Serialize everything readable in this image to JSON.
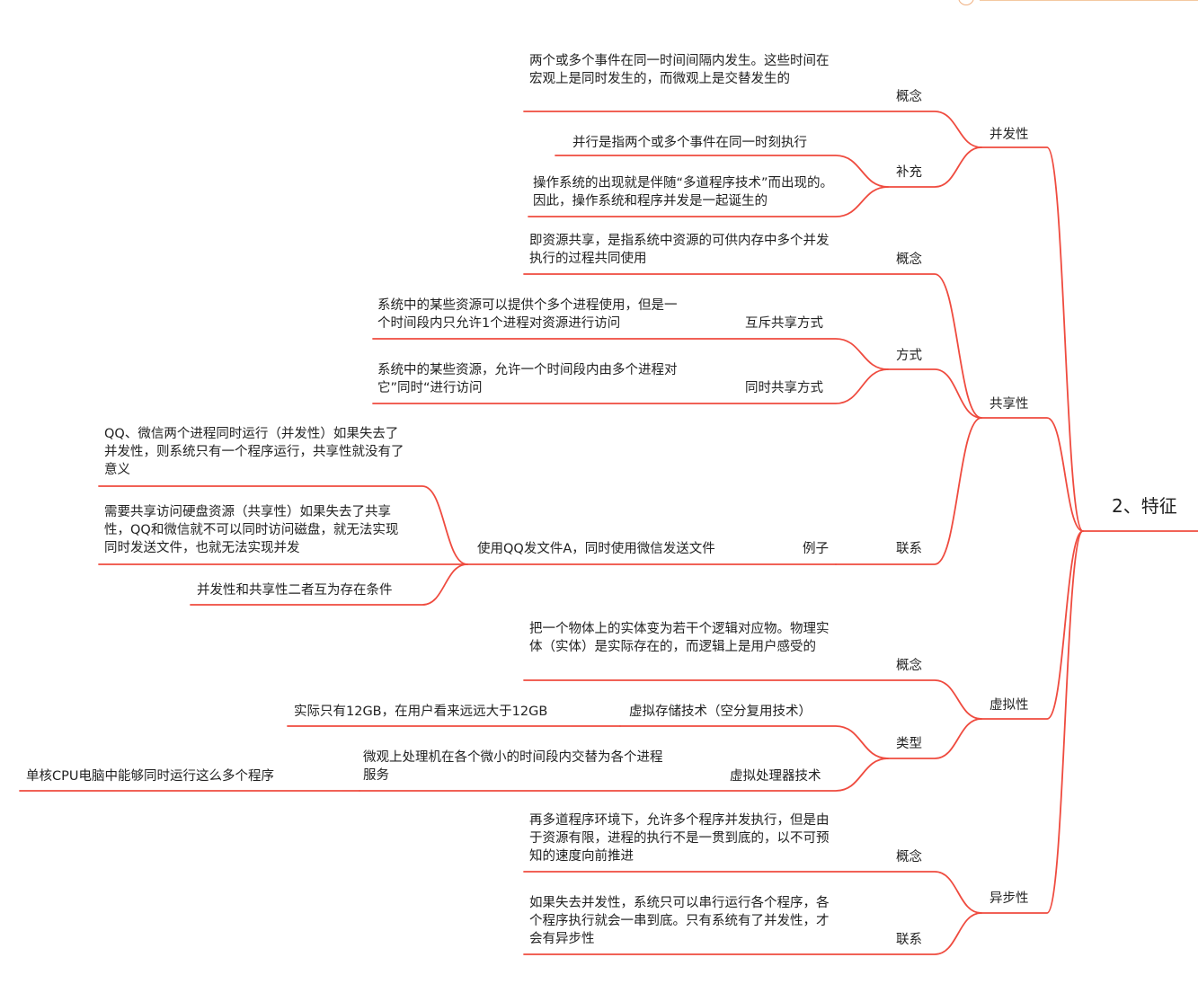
{
  "theme": {
    "line_color": "#ef4b3f",
    "text_color": "#222222"
  },
  "root": {
    "label": "2、特征"
  },
  "branches": {
    "concurrency": {
      "label": "并发性",
      "concept_label": "概念",
      "concept_text": "两个或多个事件在同一时间间隔内发生。这些时间在宏观上是同时发生的，而微观上是交替发生的",
      "supplement_label": "补充",
      "supplement_items": [
        "并行是指两个或多个事件在同一时刻执行",
        "操作系统的出现就是伴随“多道程序技术”而出现的。因此，操作系统和程序并发是一起诞生的"
      ]
    },
    "sharing": {
      "label": "共享性",
      "concept_label": "概念",
      "concept_text": "即资源共享，是指系统中资源的可供内存中多个并发执行的过程共同使用",
      "mode_label": "方式",
      "modes": [
        {
          "label": "互斥共享方式",
          "text": "系统中的某些资源可以提供个多个进程使用，但是一个时间段内只允许1个进程对资源进行访问"
        },
        {
          "label": "同时共享方式",
          "text": "系统中的某些资源，允许一个时间段内由多个进程对它”同时“进行访问"
        }
      ],
      "relation_label": "联系",
      "example_label": "例子",
      "example_text": "使用QQ发文件A，同时使用微信发送文件",
      "example_items": [
        "QQ、微信两个进程同时运行（并发性）如果失去了并发性，则系统只有一个程序运行，共享性就没有了意义",
        "需要共享访问硬盘资源（共享性）如果失去了共享性，QQ和微信就不可以同时访问磁盘，就无法实现同时发送文件，也就无法实现并发",
        "并发性和共享性二者互为存在条件"
      ]
    },
    "virtual": {
      "label": "虚拟性",
      "concept_label": "概念",
      "concept_text": "把一个物体上的实体变为若干个逻辑对应物。物理实体（实体）是实际存在的，而逻辑上是用户感受的",
      "type_label": "类型",
      "types": [
        {
          "label": "虚拟存储技术（空分复用技术）",
          "text": "实际只有12GB，在用户看来远远大于12GB"
        },
        {
          "label": "虚拟处理器技术",
          "text": "微观上处理机在各个微小的时间段内交替为各个进程服务",
          "subtext": "单核CPU电脑中能够同时运行这么多个程序"
        }
      ]
    },
    "async": {
      "label": "异步性",
      "concept_label": "概念",
      "concept_text": "再多道程序环境下，允许多个程序并发执行，但是由于资源有限，进程的执行不是一贯到底的，以不可预知的速度向前推进",
      "relation_label": "联系",
      "relation_text": "如果失去并发性，系统只可以串行运行各个程序，各个程序执行就会一串到底。只有系统有了并发性，才会有异步性"
    }
  }
}
